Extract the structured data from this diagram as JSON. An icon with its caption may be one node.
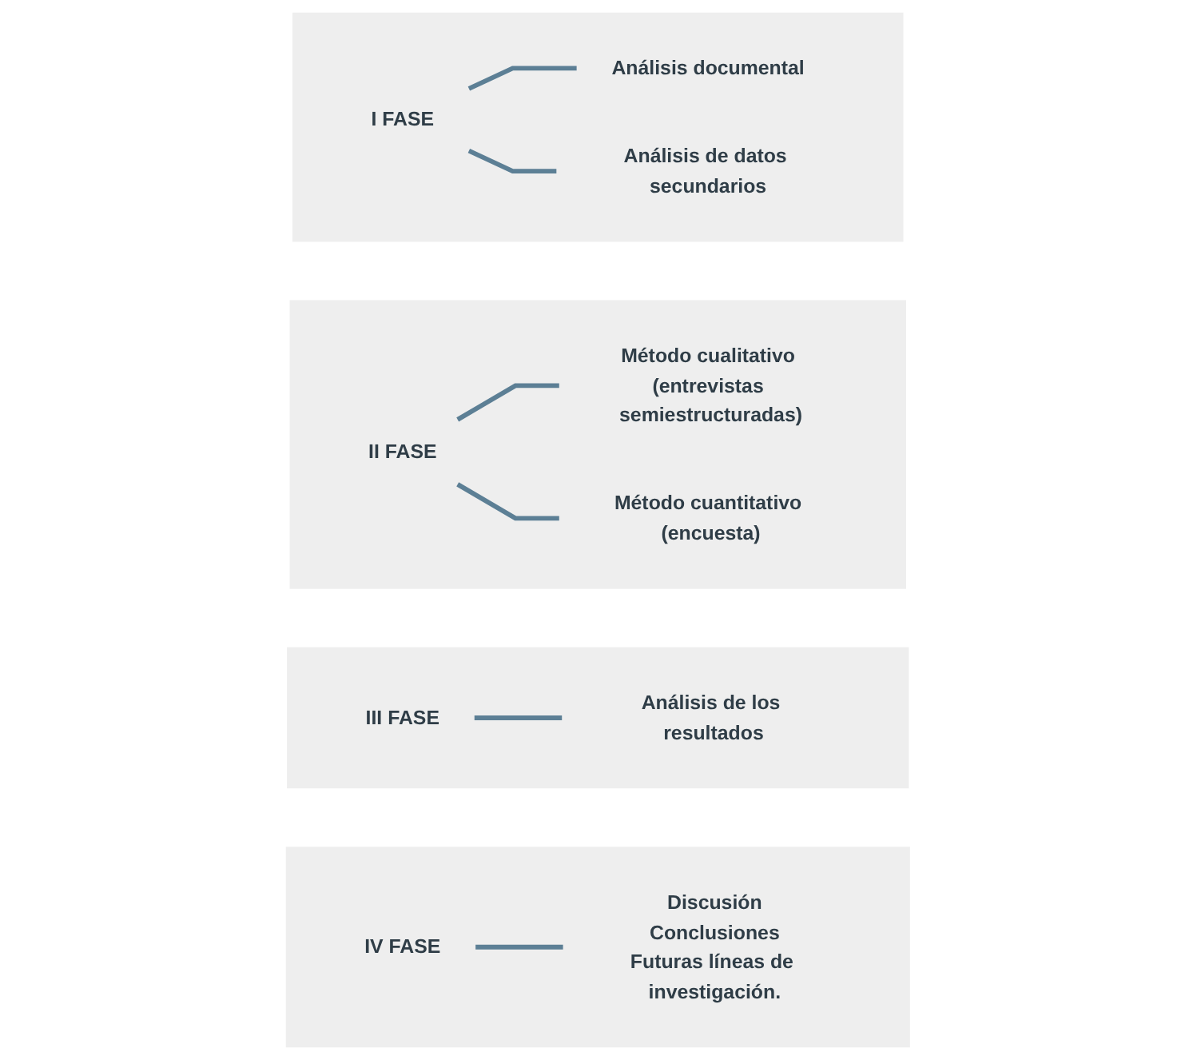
{
  "diagram": {
    "nodes": [
      {
        "text": [],
        "shape": "box"
      },
      {
        "text": [
          "I FASE"
        ],
        "in": 0
      },
      {
        "text": [
          "Análisis documental"
        ],
        "in": 0
      },
      {
        "text": [
          "Análisis de datos secundarios"
        ],
        "in": 0
      },
      {
        "text": [],
        "shape": "box"
      },
      {
        "text": [
          "II FASE"
        ],
        "in": 4
      },
      {
        "text": [
          "Método cualitativo (entrevistas semiestructuradas)"
        ],
        "in": 4
      },
      {
        "text": [
          "Método cuantitativo (encuesta)"
        ],
        "in": 4
      },
      {
        "text": [],
        "shape": "box"
      },
      {
        "text": [
          "III FASE"
        ],
        "in": 8
      },
      {
        "text": [
          "Análisis de los resultados"
        ],
        "in": 8
      },
      {
        "text": [],
        "shape": "box"
      },
      {
        "text": [
          "IV FASE"
        ],
        "in": 11
      },
      {
        "text": [
          "Discusión",
          "Conclusiones",
          "Futuras líneas de investigación."
        ],
        "in": 11
      }
    ],
    "edges": [
      {
        "from": 1,
        "to": 2,
        "arrow": "none"
      },
      {
        "from": 1,
        "to": 3,
        "arrow": "none"
      },
      {
        "from": 5,
        "to": 6,
        "arrow": "none"
      },
      {
        "from": 5,
        "to": 7,
        "arrow": "none"
      },
      {
        "from": 9,
        "to": 10,
        "arrow": "none"
      },
      {
        "from": 12,
        "to": 13,
        "arrow": "none"
      }
    ]
  }
}
